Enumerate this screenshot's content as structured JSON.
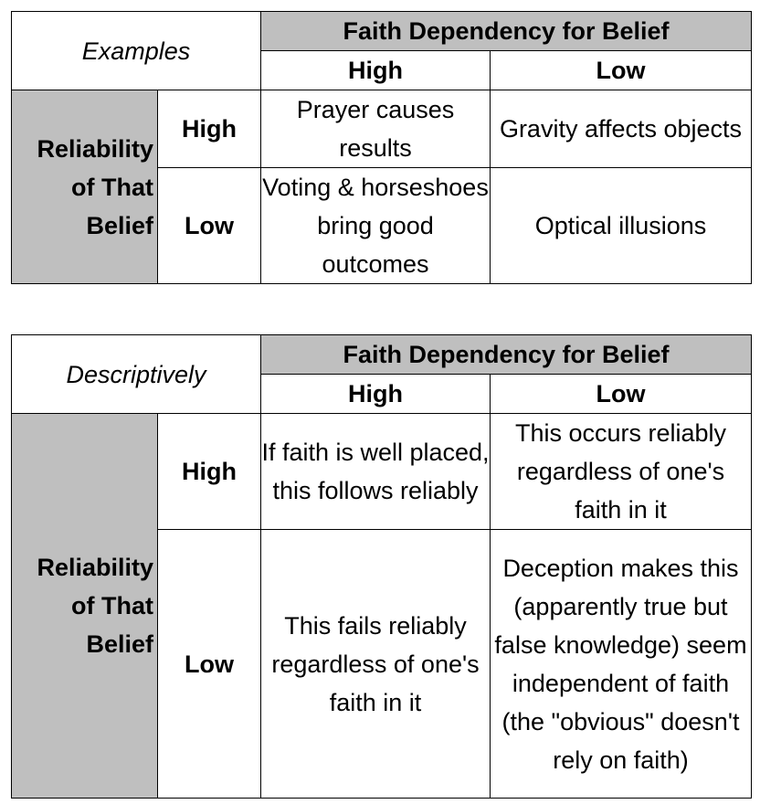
{
  "tables": [
    {
      "corner_label": "Examples",
      "column_group": "Faith Dependency for Belief",
      "column_heads": [
        "High",
        "Low"
      ],
      "row_group": "Reliability of That Belief",
      "row_heads": [
        "High",
        "Low"
      ],
      "cells": [
        [
          "Prayer causes results",
          "Gravity affects objects"
        ],
        [
          "Voting & horseshoes bring good outcomes",
          "Optical illusions"
        ]
      ]
    },
    {
      "corner_label": "Descriptively",
      "column_group": "Faith Dependency for Belief",
      "column_heads": [
        "High",
        "Low"
      ],
      "row_group": "Reliability of That Belief",
      "row_heads": [
        "High",
        "Low"
      ],
      "cells": [
        [
          "If faith is well placed, this follows reliably",
          "This occurs reliably regardless of one's faith in it"
        ],
        [
          "This fails reliably regardless of one's faith in it",
          "Deception makes this (apparently true but false knowledge) seem independent of faith (the \"obvious\" doesn't rely on faith)"
        ]
      ]
    }
  ]
}
